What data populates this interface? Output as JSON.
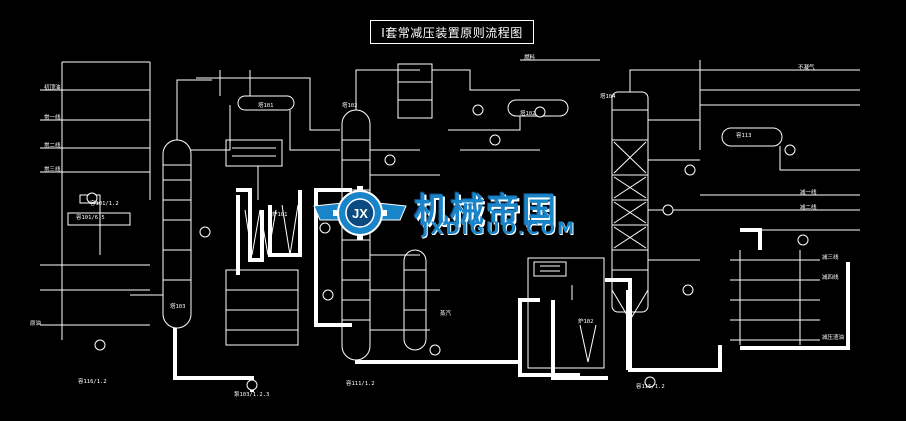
{
  "title": "Ⅰ套常减压装置原则流程图",
  "watermark": {
    "cn": "机械帝国",
    "en": "JXDIGUO.COM",
    "badge": "JX",
    "color": "#1a84c8"
  },
  "labels": {
    "furnace_101": "炉101",
    "furnace_102": "炉102",
    "tower_101": "塔101",
    "tower_102": "塔102",
    "tower_103": "塔103",
    "tower_104": "塔104",
    "tank_101": "容101/1.2",
    "tank_116": "容116/1.2",
    "tank_111": "容111/1.2",
    "tank_115": "容115/1.2",
    "pump_103": "泵103/1.2.3",
    "tank_101_6": "容101/6.5",
    "tank_113": "容113",
    "top_oil": "初顶油",
    "side_1": "常一线",
    "side_2": "常二线",
    "side_3": "常三线",
    "vac_1": "减一线",
    "vac_2": "减二线",
    "vac_3": "减三线",
    "vac_4": "减四线",
    "residue": "减压渣油",
    "crude": "原油",
    "steam": "蒸汽",
    "gas": "不凝气",
    "fuel": "燃料"
  },
  "colors": {
    "background": "#000000",
    "line": "#ffffff",
    "watermark": "#1a84c8"
  }
}
